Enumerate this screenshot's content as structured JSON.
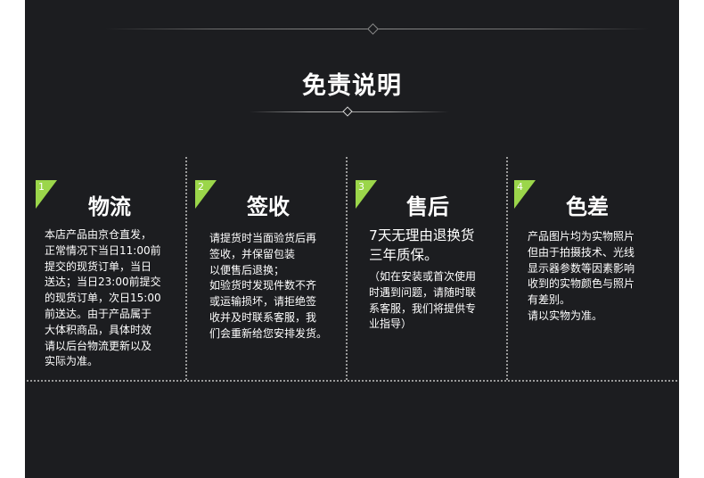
{
  "title": "免责说明",
  "sections": [
    {
      "number": "1",
      "heading": "物流",
      "text": "本店产品由京仓直发，\n正常情况下当日11:00前\n提交的现货订单，当日\n送达；当日23:00前提交\n的现货订单，次日15:00\n前送达。由于产品属于\n大体积商品，具体时效\n请以后台物流更新以及\n实际为准。"
    },
    {
      "number": "2",
      "heading": "签收",
      "text": "请提货时当面验货后再\n签收，并保留包装\n以便售后退换；\n如验货时发现件数不齐\n或运输损坏，请拒绝签\n收并及时联系客服，我\n们会重新给您安排发货。"
    },
    {
      "number": "3",
      "heading": "售后",
      "lead": "7天无理由退换货\n三年质保。",
      "text": "（如在安装或首次使用\n时遇到问题，请随时联\n系客服，我们将提供专\n业指导）"
    },
    {
      "number": "4",
      "heading": "色差",
      "text": "产品图片均为实物照片\n但由于拍摄技术、光线\n显示器参数等因素影响\n收到的实物颜色与照片\n有差别。\n请以实物为准。"
    }
  ],
  "colors": {
    "background": "#1c1d20",
    "accent": "#9bd64a",
    "text": "#ffffff"
  }
}
